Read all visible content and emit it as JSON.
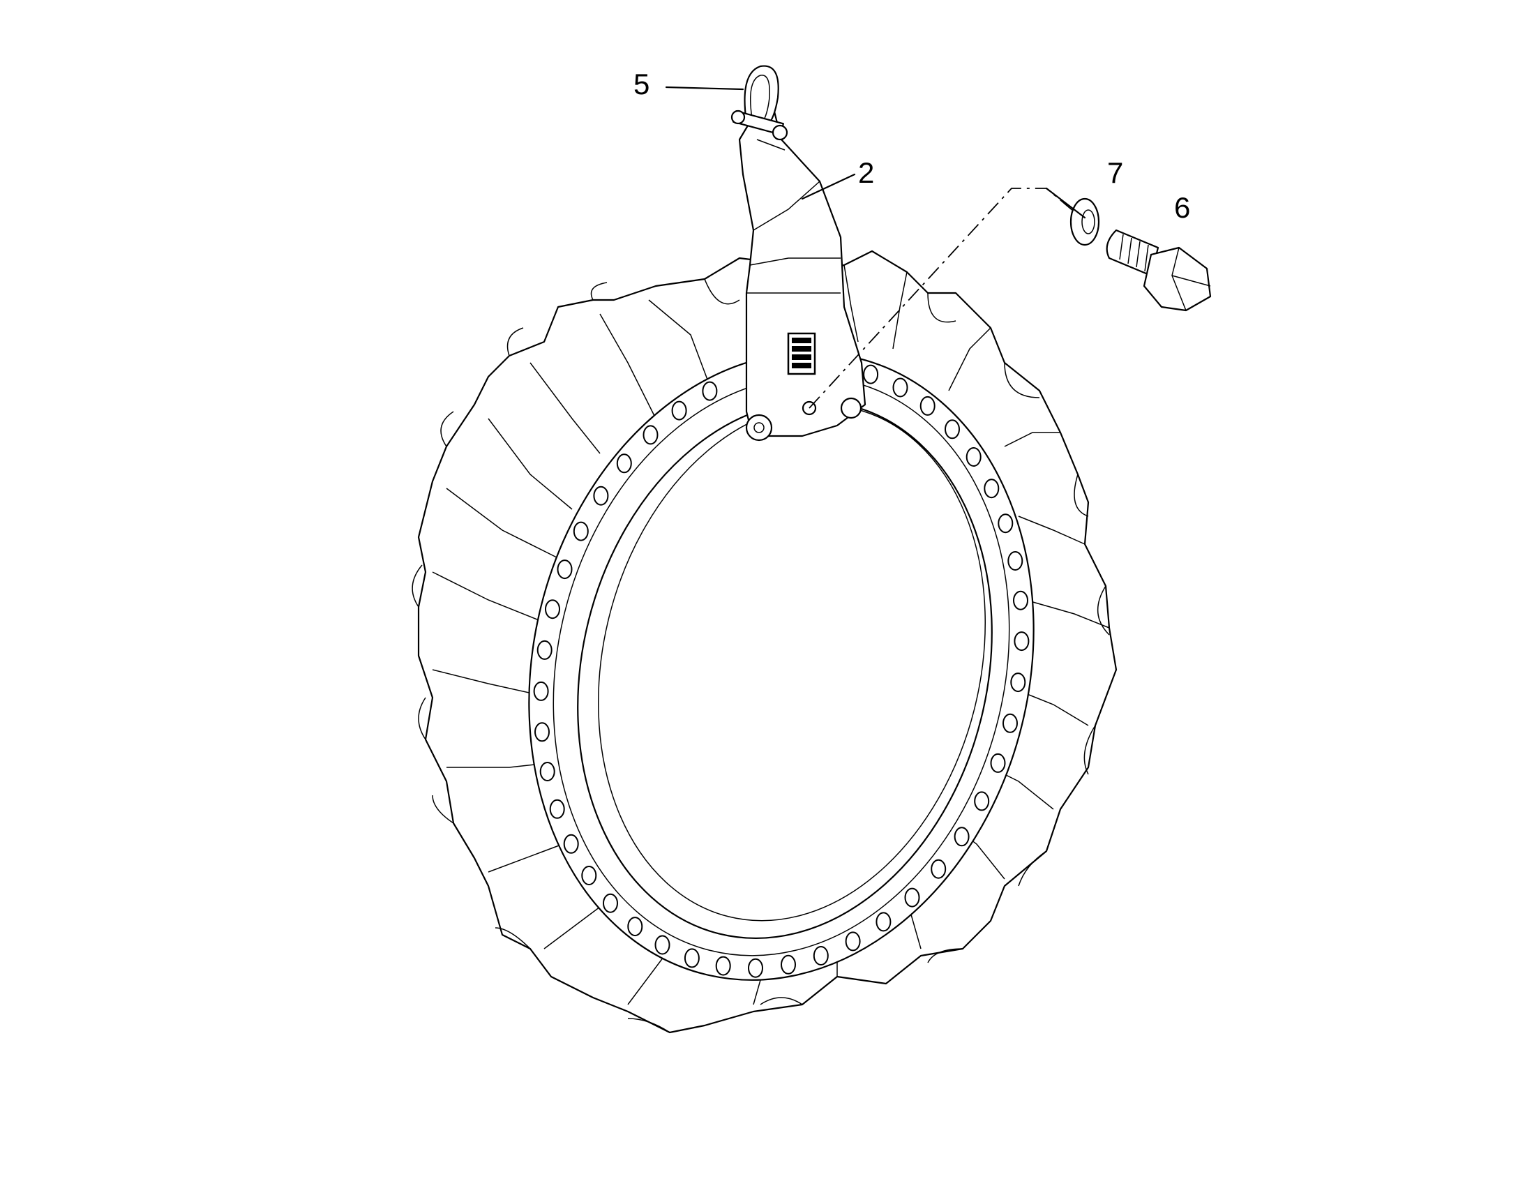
{
  "callouts": [
    {
      "id": "5",
      "label": "5",
      "part": "shackle"
    },
    {
      "id": "2",
      "label": "2",
      "part": "lifting-bracket"
    },
    {
      "id": "7",
      "label": "7",
      "part": "washer"
    },
    {
      "id": "6",
      "label": "6",
      "part": "bolt"
    }
  ]
}
